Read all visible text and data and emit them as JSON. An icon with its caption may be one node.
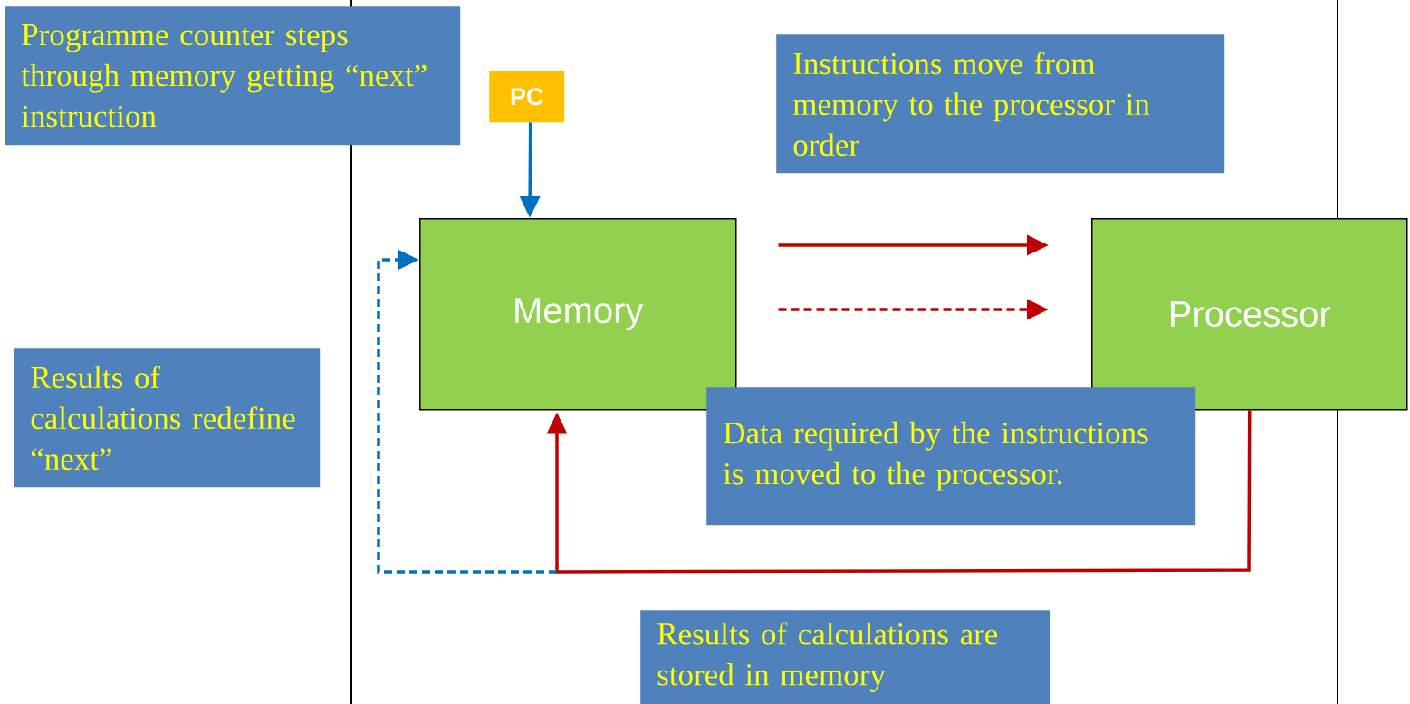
{
  "diagram": {
    "nodes": [
      {
        "text": [
          "Programme counter steps through memory getting “next” instruction"
        ]
      },
      {
        "text": [
          "PC"
        ]
      },
      {
        "text": [
          "Instructions move from memory to the processor in order"
        ]
      },
      {
        "text": [
          "Memory"
        ]
      },
      {
        "text": [
          "Processor"
        ]
      },
      {
        "text": [
          "Results of calculations redefine “next”"
        ]
      },
      {
        "text": [
          "Data required by the instructions is moved to the processor."
        ]
      },
      {
        "text": [
          "Results of calculations are stored in memory"
        ]
      }
    ],
    "edges": [
      {
        "from": 1,
        "to": 3,
        "arrow": "to",
        "color": "#0070c0"
      },
      {
        "from": 3,
        "to": 4,
        "arrow": "to"
      },
      {
        "from": 3,
        "to": 4,
        "arrow": "to",
        "style": "dashed"
      },
      {
        "from": 4,
        "to": 3,
        "arrow": "to"
      },
      {
        "from": null,
        "to": 3,
        "arrow": "to",
        "style": "dashed",
        "color": "#0070c0"
      }
    ]
  }
}
